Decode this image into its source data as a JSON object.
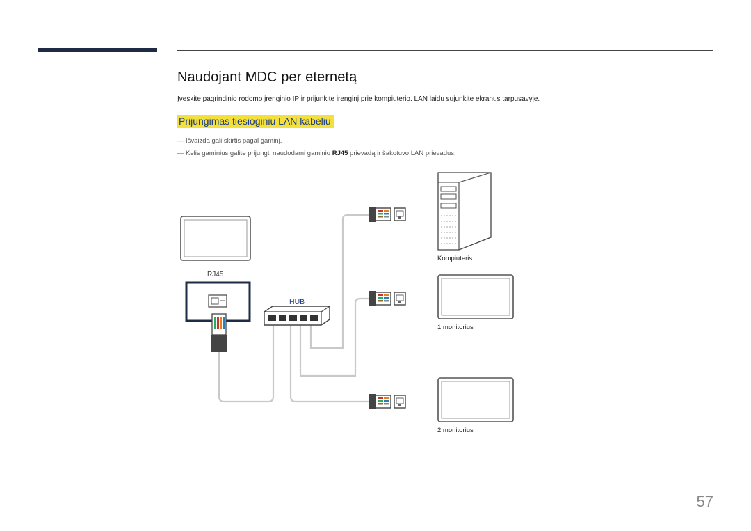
{
  "page": {
    "title": "Naudojant MDC per eternetą",
    "intro": "Įveskite pagrindinio rodomo įrenginio IP ir prijunkite įrenginį prie kompiuterio. LAN laidu sujunkite ekranus tarpusavyje.",
    "section_heading": "Prijungimas tiesioginiu LAN kabeliu",
    "notes": [
      {
        "text": "Išvaizda gali skirtis pagal gaminį."
      },
      {
        "before": "Kelis gaminius galite prijungti naudodami gaminio ",
        "bold": "RJ45",
        "after": " prievadą ir šakotuvo LAN prievadus."
      }
    ],
    "note_dash": "―",
    "page_number": "57"
  },
  "diagram": {
    "labels": {
      "rj45": "RJ45",
      "hub": "HUB",
      "computer": "Kompiuteris",
      "monitor1": "1 monitorius",
      "monitor2": "2 monitorius"
    }
  },
  "colors": {
    "accent_bar": "#1f2a44",
    "section_highlight": "#f3e03a",
    "section_text": "#1d3b86",
    "cable": "#c9c9c9"
  }
}
